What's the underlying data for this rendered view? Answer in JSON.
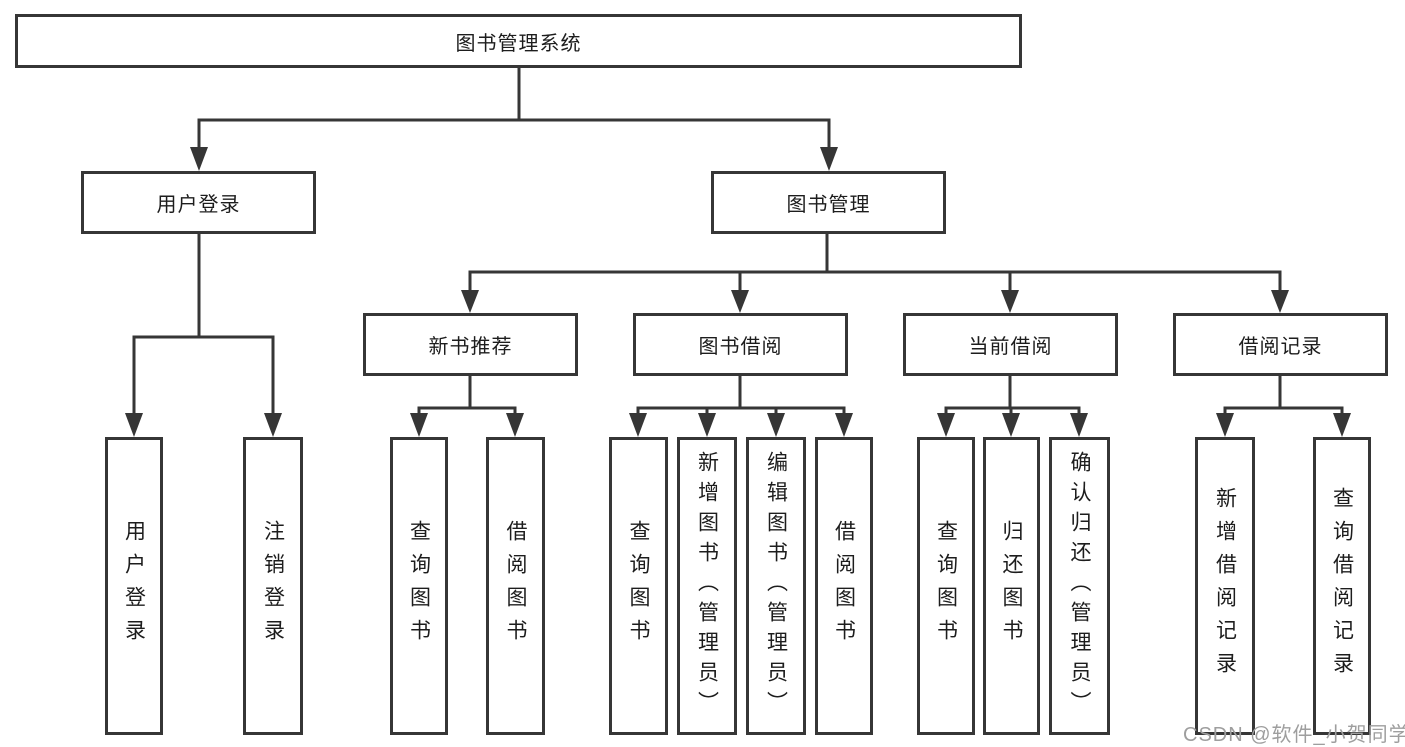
{
  "diagram_title": "图书管理系统",
  "tree": {
    "label": "图书管理系统",
    "children": [
      {
        "label": "用户登录",
        "children": [
          {
            "label": "用户登录"
          },
          {
            "label": "注销登录"
          }
        ]
      },
      {
        "label": "图书管理",
        "children": [
          {
            "label": "新书推荐",
            "children": [
              {
                "label": "查询图书"
              },
              {
                "label": "借阅图书"
              }
            ]
          },
          {
            "label": "图书借阅",
            "children": [
              {
                "label": "查询图书"
              },
              {
                "label": "新增图书（管理员）"
              },
              {
                "label": "编辑图书（管理员）"
              },
              {
                "label": "借阅图书"
              }
            ]
          },
          {
            "label": "当前借阅",
            "children": [
              {
                "label": "查询图书"
              },
              {
                "label": "归还图书"
              },
              {
                "label": "确认归还（管理员）"
              }
            ]
          },
          {
            "label": "借阅记录",
            "children": [
              {
                "label": "新增借阅记录"
              },
              {
                "label": "查询借阅记录"
              }
            ]
          }
        ]
      }
    ]
  },
  "watermark": {
    "text": "CSDN @软件_小贺同学",
    "color": "#9e9e9e"
  },
  "colors": {
    "background": "#ffffff",
    "line": "#363636",
    "box_border": "#363636",
    "text": "#1d1d1d"
  }
}
